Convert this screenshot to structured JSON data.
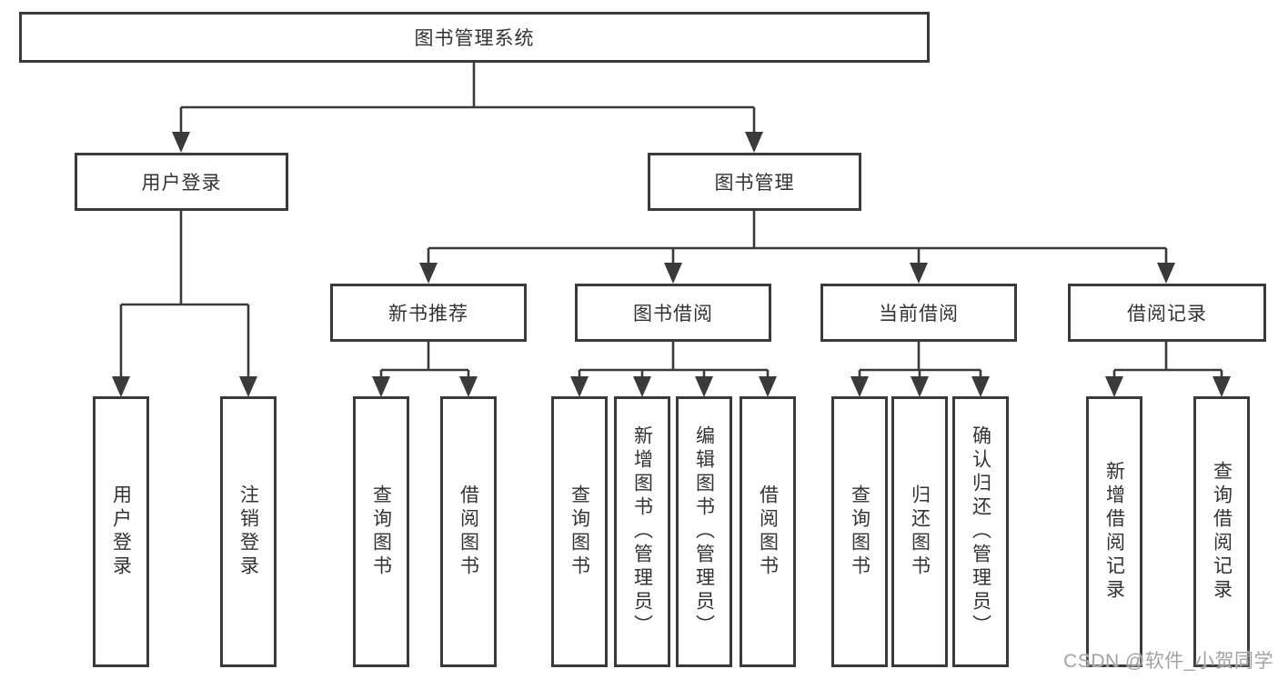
{
  "diagram_title": "图书管理系统",
  "colors": {
    "line": "#3a3a3a",
    "box_border": "#3a3a3a",
    "box_fill": "#ffffff",
    "text": "#333333",
    "watermark": "#a3a3a3",
    "background": "#ffffff"
  },
  "nodes": {
    "root": {
      "label": "图书管理系统"
    },
    "user_login": {
      "label": "用户登录"
    },
    "book_mgmt": {
      "label": "图书管理"
    },
    "new_books": {
      "label": "新书推荐"
    },
    "book_borrow": {
      "label": "图书借阅"
    },
    "current_borrow": {
      "label": "当前借阅"
    },
    "borrow_records": {
      "label": "借阅记录"
    }
  },
  "leaves": {
    "user_login_leaf": {
      "label": "用户登录"
    },
    "logout": {
      "label": "注销登录"
    },
    "nb_query": {
      "label": "查询图书"
    },
    "nb_borrow": {
      "label": "借阅图书"
    },
    "bb_query": {
      "label": "查询图书"
    },
    "bb_add": {
      "label": "新增图书（管理员）"
    },
    "bb_edit": {
      "label": "编辑图书（管理员）"
    },
    "bb_borrow": {
      "label": "借阅图书"
    },
    "cb_query": {
      "label": "查询图书"
    },
    "cb_return": {
      "label": "归还图书"
    },
    "cb_confirm": {
      "label": "确认归还（管理员）"
    },
    "br_add": {
      "label": "新增借阅记录"
    },
    "br_query": {
      "label": "查询借阅记录"
    }
  },
  "watermark": {
    "text": "CSDN @软件_小贺同学"
  }
}
